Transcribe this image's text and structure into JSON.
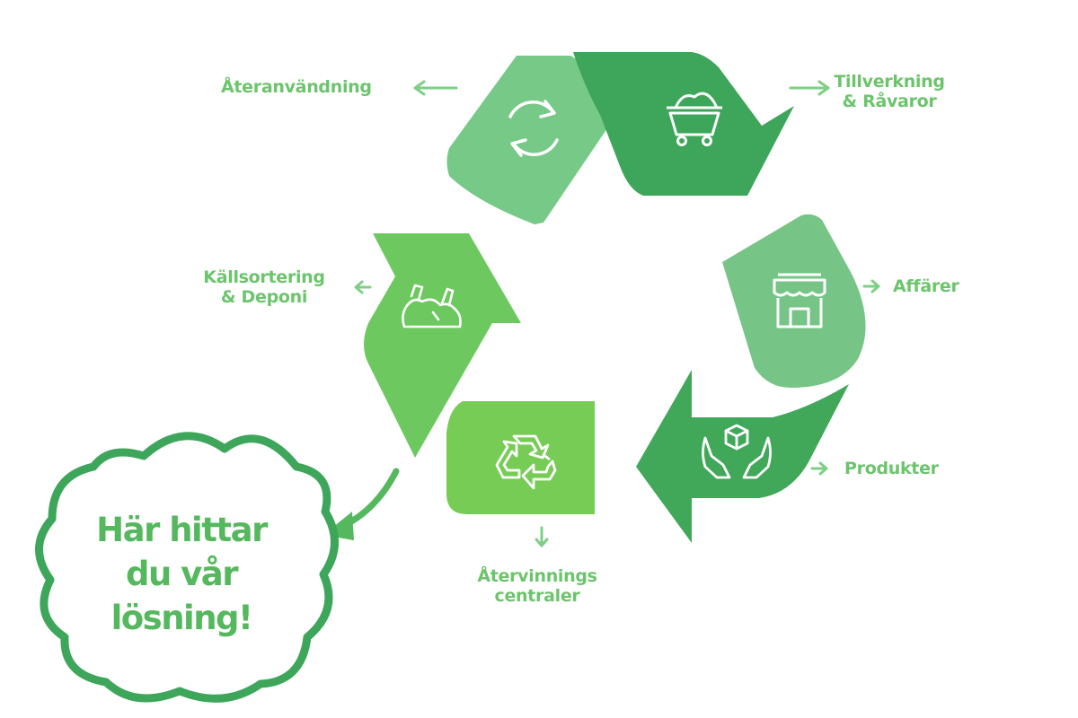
{
  "labels": {
    "ateranvandning": "Återanvändning",
    "tillverkning": [
      "Tillverkning",
      "& Råvaror"
    ],
    "affarer": "Affärer",
    "produkter": "Produkter",
    "atervinnings": [
      "Återvinnings",
      "centraler"
    ],
    "kallsortering": [
      "Källsortering",
      "& Deponi"
    ]
  },
  "cloud": {
    "lines": [
      "Här hittar",
      "du vår",
      "lösning!"
    ]
  },
  "icons": {
    "top_left": "refresh-icon",
    "top_right": "mine-cart-icon",
    "right_top": "shop-icon",
    "right_bottom": "hands-box-icon",
    "bottom": "recycle-icon",
    "left": "trash-pile-icon"
  },
  "colors": {
    "dark_green": "#3ea65a",
    "mid_green": "#73c887",
    "light_green": "#76cc55",
    "label_green": "#6cc46c",
    "cloud_green": "#55b85e"
  }
}
